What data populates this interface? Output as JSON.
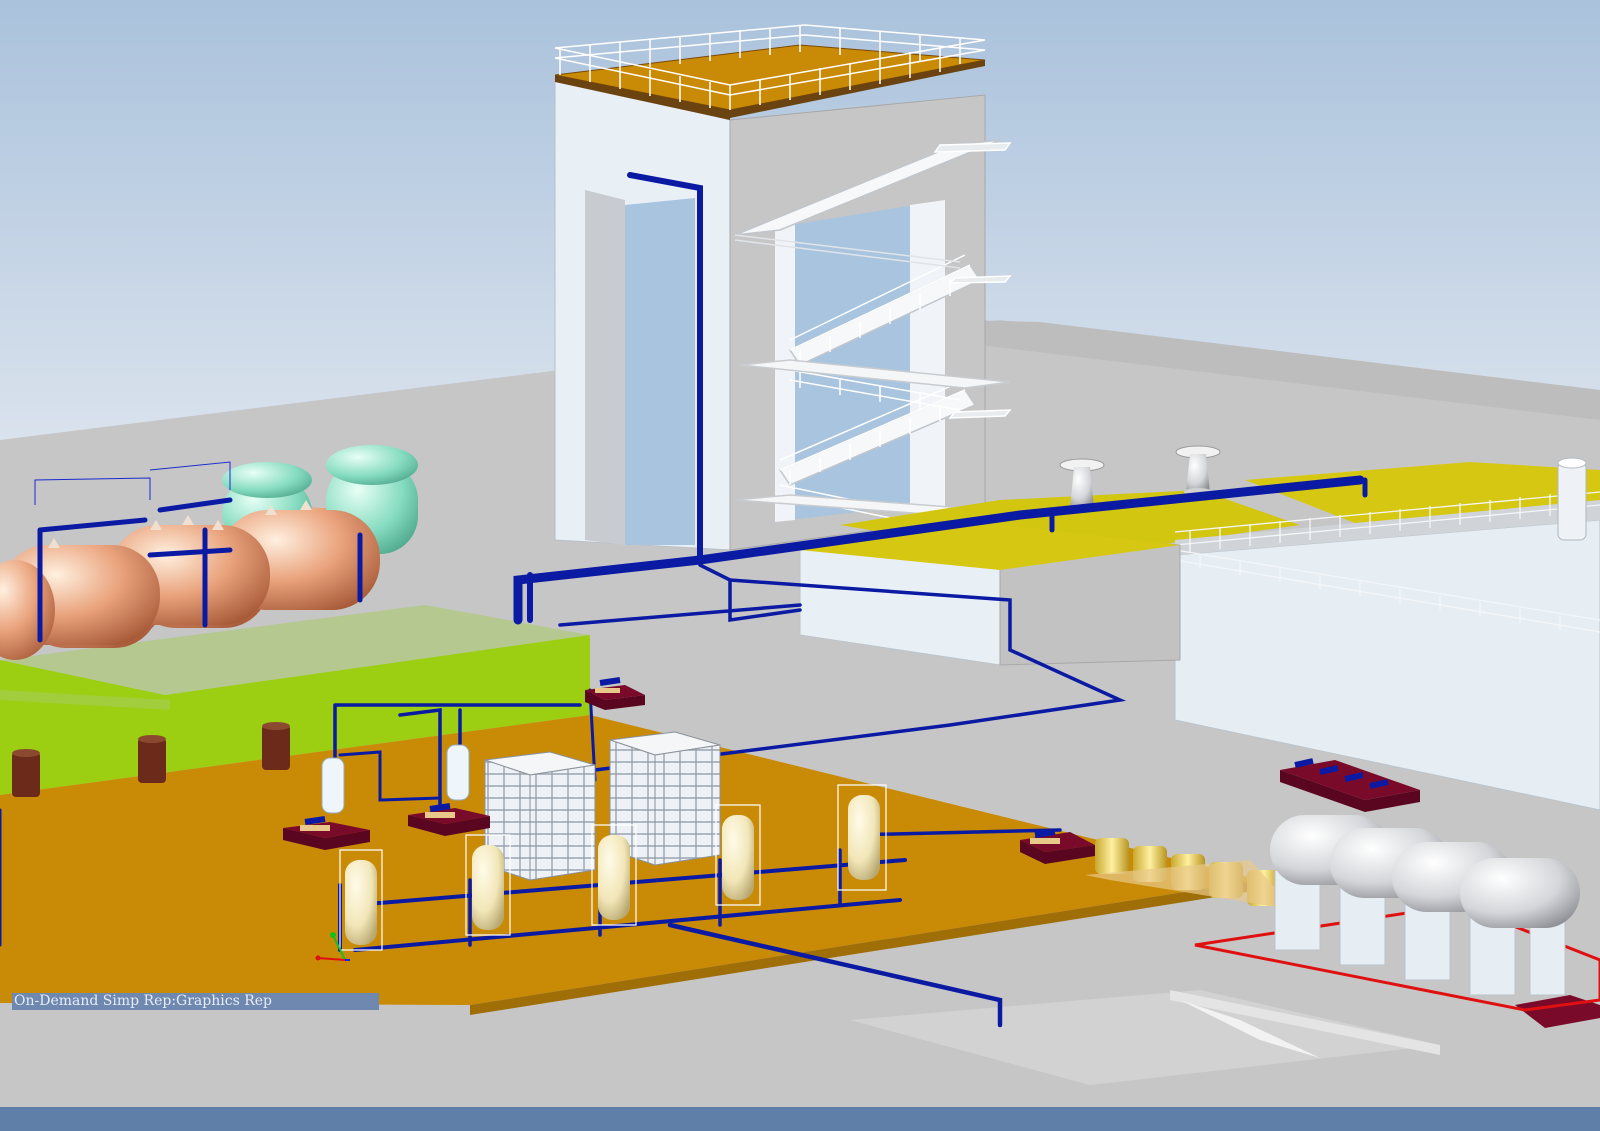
{
  "viewport": {
    "status_label": "On-Demand Simp Rep:Graphics Rep"
  },
  "colors": {
    "sky_top": "#b0c6de",
    "sky_bottom": "#dfe6ef",
    "ground": "#c5c5c5",
    "orange_slab": "#c98a06",
    "green_building": "#9ccf12",
    "yellow_slab": "#d6c812",
    "structure_white": "#e8f0f6",
    "pipe_blue": "#0b1aa3",
    "tank_copper": "#e8a07e",
    "tank_teal": "#8ee6c8",
    "tank_gray": "#d8d8d8",
    "skid_maroon": "#7a0a2a",
    "red_outline": "#e01010",
    "status_bar": "#6f88b0"
  },
  "scene": {
    "name": "3D plant layout model",
    "objects": [
      "tower-structure",
      "stairway",
      "horizontal-tanks",
      "filter-vessels",
      "membrane-racks",
      "pump-skids",
      "ventilators",
      "storage-tanks",
      "pipe-network"
    ]
  }
}
